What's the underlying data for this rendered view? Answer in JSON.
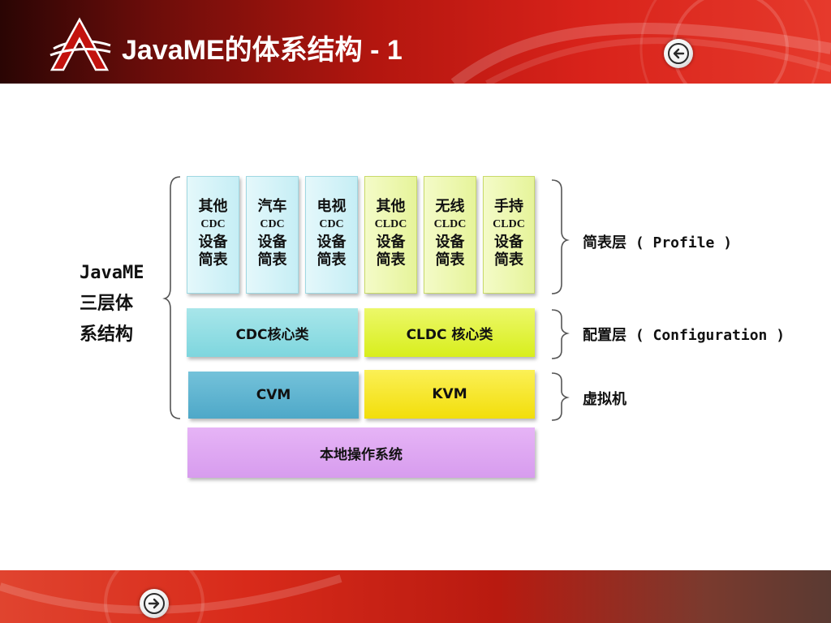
{
  "title": "JavaME的体系结构 - 1",
  "icons": {
    "logo": "red-a-logo",
    "prev": "circle-arrow-left-icon",
    "next": "circle-arrow-right-icon"
  },
  "colors": {
    "header_red": "#d8221a",
    "cdc_profile": "#c6eef5",
    "cldc_profile": "#e6f49a",
    "cdc_core": "#7ed6de",
    "cldc_core": "#d8ee1c",
    "cvm": "#4ea8c8",
    "kvm": "#f2de0a",
    "native_os": "#d79cee"
  },
  "diagram": {
    "left_label": [
      "JavaME",
      "三层体",
      "系结构"
    ],
    "profiles": [
      {
        "l1": "其他",
        "l2": "CDC",
        "l3": "设备",
        "l4": "简表"
      },
      {
        "l1": "汽车",
        "l2": "CDC",
        "l3": "设备",
        "l4": "简表"
      },
      {
        "l1": "电视",
        "l2": "CDC",
        "l3": "设备",
        "l4": "简表"
      },
      {
        "l1": "其他",
        "l2": "CLDC",
        "l3": "设备",
        "l4": "简表"
      },
      {
        "l1": "无线",
        "l2": "CLDC",
        "l3": "设备",
        "l4": "简表"
      },
      {
        "l1": "手持",
        "l2": "CLDC",
        "l3": "设备",
        "l4": "简表"
      }
    ],
    "cdc_core": "CDC核心类",
    "cldc_core": "CLDC 核心类",
    "cvm": "CVM",
    "kvm": "KVM",
    "native_os": "本地操作系统",
    "layer_labels": {
      "profile": "简表层 ( Profile )",
      "configuration": "配置层 ( Configuration )",
      "vm": "虚拟机"
    }
  }
}
